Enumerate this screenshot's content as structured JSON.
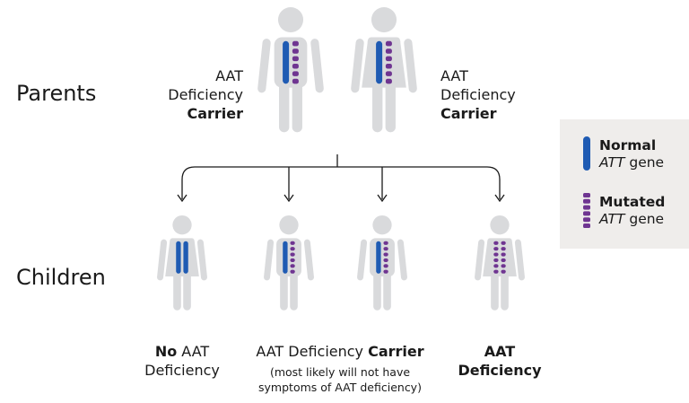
{
  "colors": {
    "figure": "#d9dadc",
    "normal_gene": "#1f5bb3",
    "mutated_gene": "#6f3591",
    "arrow": "#1a1a1a",
    "legend_bg": "#efedeb"
  },
  "rows": {
    "parents_label": "Parents",
    "children_label": "Children"
  },
  "parents": [
    {
      "sex": "male",
      "genes": [
        "normal",
        "mutated"
      ],
      "label_line1": "AAT",
      "label_line2": "Deficiency",
      "label_bold": "Carrier"
    },
    {
      "sex": "female",
      "genes": [
        "normal",
        "mutated"
      ],
      "label_line1": "AAT",
      "label_line2": "Deficiency",
      "label_bold": "Carrier"
    }
  ],
  "children": [
    {
      "sex": "female",
      "genes": [
        "normal",
        "normal"
      ]
    },
    {
      "sex": "male",
      "genes": [
        "normal",
        "mutated"
      ]
    },
    {
      "sex": "male",
      "genes": [
        "normal",
        "mutated"
      ]
    },
    {
      "sex": "female",
      "genes": [
        "mutated",
        "mutated"
      ]
    }
  ],
  "captions": {
    "no_deficiency_bold": "No",
    "no_deficiency_rest": " AAT",
    "no_deficiency_line2": "Deficiency",
    "carrier_prefix": "AAT Deficiency ",
    "carrier_bold": "Carrier",
    "carrier_note_line1": "(most likely will not have",
    "carrier_note_line2": "symptoms of AAT deficiency)",
    "deficiency_line1": "AAT",
    "deficiency_line2": "Deficiency"
  },
  "legend": {
    "normal_bold": "Normal",
    "normal_italic": "ATT",
    "normal_rest": " gene",
    "mutated_bold": "Mutated",
    "mutated_italic": "ATT",
    "mutated_rest": " gene"
  }
}
